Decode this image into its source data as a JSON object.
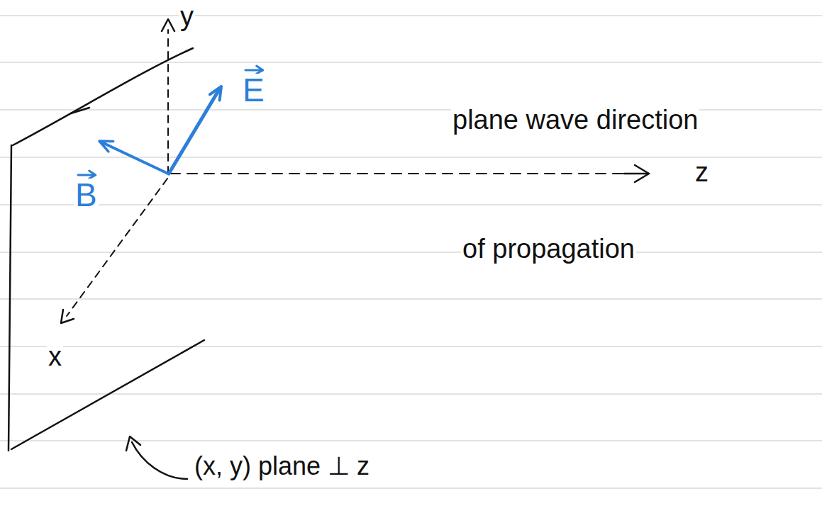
{
  "diagram": {
    "labels": [
      "y",
      "E",
      "B",
      "plane wave direction",
      "z",
      "of propagation",
      "x",
      "(x, y) plane ⊥ z"
    ]
  }
}
